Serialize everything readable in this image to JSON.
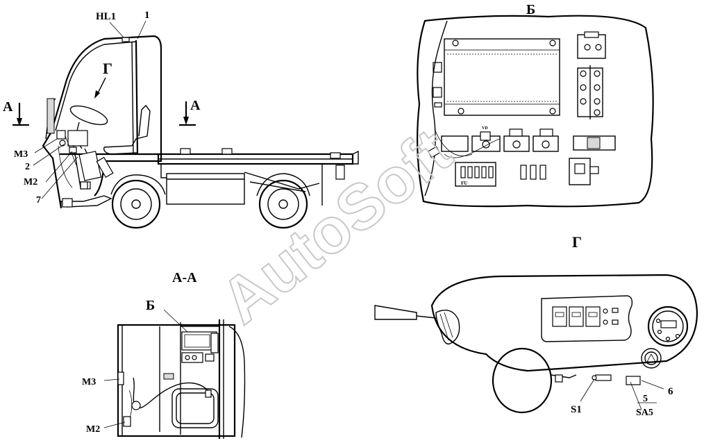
{
  "watermark": "AutoSoft",
  "labels": {
    "hl1": "HL1",
    "n1": "1",
    "g_top": "Г",
    "a_left": "А",
    "a_right": "А",
    "m3_top": "М3",
    "n2": "2",
    "m2_top": "М2",
    "n7": "7",
    "b_panel": "Б",
    "g_view": "Г",
    "aa_view": "А-А",
    "b_aa": "Б",
    "m3_aa": "М3",
    "m2_aa": "М2",
    "s1": "S1",
    "n5": "5",
    "sa5": "SA5",
    "n6": "6",
    "vd": "VD",
    "fu": "FU"
  }
}
